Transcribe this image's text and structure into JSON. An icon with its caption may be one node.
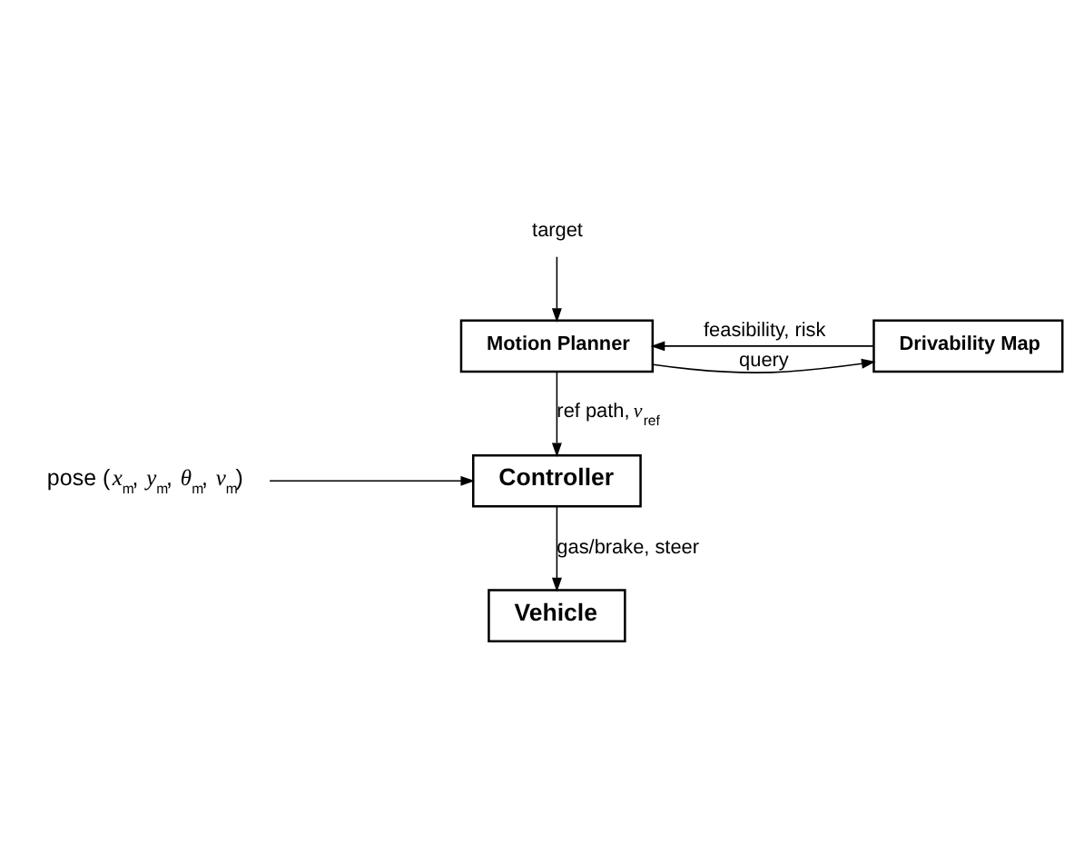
{
  "diagram": {
    "nodes": [
      {
        "text": [
          "target"
        ]
      },
      {
        "text": [
          "Motion Planner"
        ]
      },
      {
        "text": [
          "Drivability Map"
        ]
      },
      {
        "text": [
          "Controller"
        ]
      },
      {
        "text": [
          "pose (*x*$_{m}$, *y*$_{m}$, *θ*$_{m}$, *v*$_{m}$)"
        ]
      },
      {
        "text": [
          "Vehicle"
        ]
      }
    ],
    "edges": [
      {
        "from": 0,
        "to": 1,
        "arrow": "to"
      },
      {
        "from": 1,
        "to": 2,
        "arrow": "to",
        "label": "query"
      },
      {
        "from": 2,
        "to": 1,
        "arrow": "to",
        "label": "feasibility, risk"
      },
      {
        "from": 1,
        "to": 3,
        "arrow": "to",
        "label": "ref path, *v*$_{ref}$"
      },
      {
        "from": 4,
        "to": 3,
        "arrow": "to"
      },
      {
        "from": 3,
        "to": 5,
        "arrow": "to",
        "label": "gas/brake, steer"
      }
    ]
  }
}
